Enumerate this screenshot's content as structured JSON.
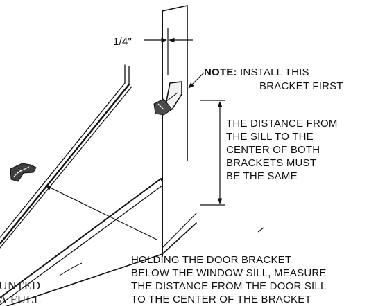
{
  "measurement": {
    "offset_label": "1/4\""
  },
  "note": {
    "prefix": "NOTE:",
    "line1": "INSTALL THIS",
    "line2": "BRACKET FIRST"
  },
  "distance_callout": {
    "lines": [
      "THE DISTANCE FROM",
      "THE SILL TO THE",
      "CENTER OF BOTH",
      "BRACKETS MUST",
      "BE THE SAME"
    ]
  },
  "instruction": {
    "lines": [
      "HOLDING THE DOOR BRACKET",
      "BELOW THE WINDOW SILL, MEASURE",
      "THE DISTANCE FROM THE DOOR SILL",
      "TO THE CENTER OF THE BRACKET"
    ]
  },
  "cropped_caption": {
    "line1": "UNTED",
    "line2": "A FULL"
  },
  "colors": {
    "ink": "#111111",
    "background": "#ffffff"
  }
}
